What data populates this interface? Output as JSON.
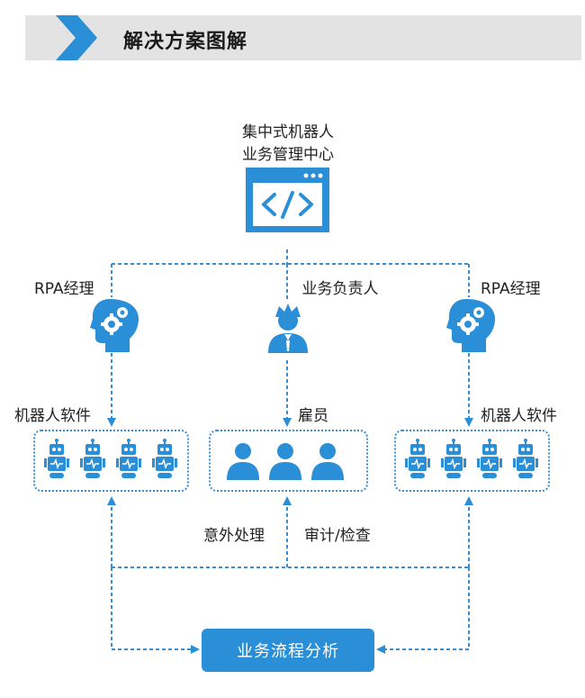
{
  "header": {
    "title": "解决方案图解"
  },
  "center": {
    "line1": "集中式机器人",
    "line2": "业务管理中心"
  },
  "left_manager": {
    "label": "RPA经理"
  },
  "right_manager": {
    "label": "RPA经理"
  },
  "business_owner": {
    "label": "业务负责人"
  },
  "left_software": {
    "label": "机器人软件"
  },
  "right_software": {
    "label": "机器人软件"
  },
  "employees": {
    "label": "雇员"
  },
  "exception": {
    "label": "意外处理"
  },
  "audit": {
    "label": "审计/检查"
  },
  "process": {
    "label": "业务流程分析"
  },
  "colors": {
    "primary": "#2a8fd6",
    "line": "#3d8ccc",
    "header_bg": "#e3e3e3"
  }
}
